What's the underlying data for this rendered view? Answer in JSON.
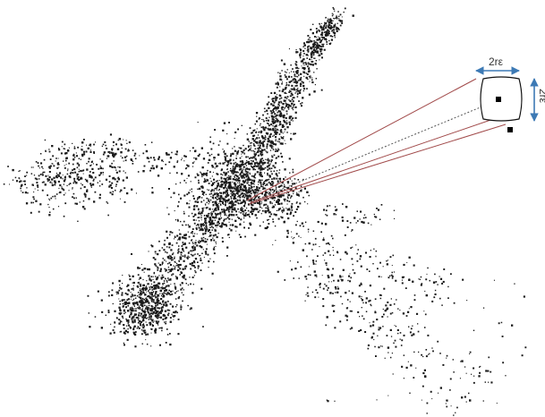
{
  "diagram": {
    "labels": {
      "width": "2rε",
      "height": "2rε"
    },
    "colors": {
      "points": "#1a1a1a",
      "rays": "#a14a4a",
      "arrows": "#3d7ab5",
      "box": "#111111",
      "background": "#ffffff"
    },
    "icons": {
      "dimension_arrow": "double-headed-arrow",
      "camera": "rounded-square",
      "sample": "filled-square"
    }
  }
}
